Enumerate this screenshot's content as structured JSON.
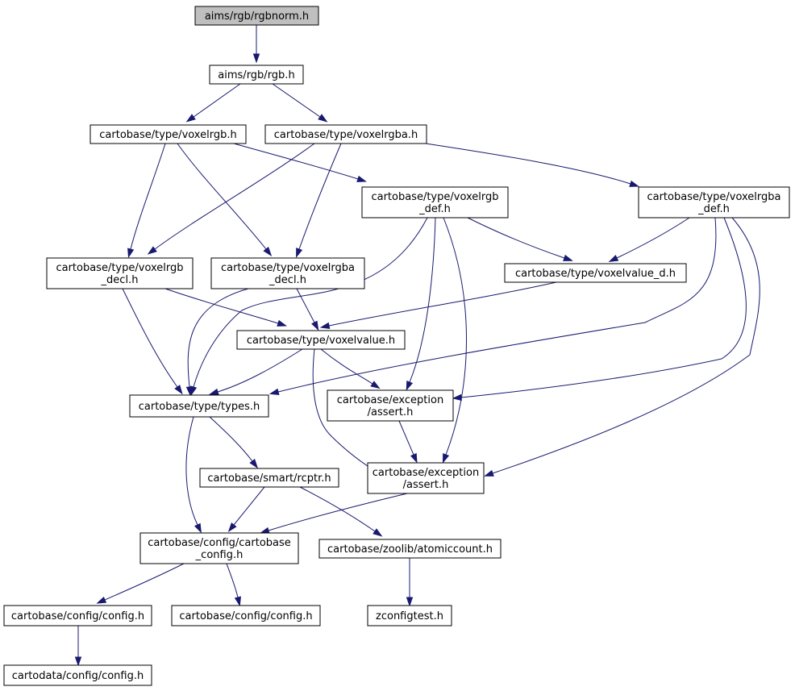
{
  "graph": {
    "nodes": [
      {
        "id": "rgbnorm",
        "lines": [
          "aims/rgb/rgbnorm.h"
        ],
        "root": true
      },
      {
        "id": "rgb",
        "lines": [
          "aims/rgb/rgb.h"
        ]
      },
      {
        "id": "voxelrgb",
        "lines": [
          "cartobase/type/voxelrgb.h"
        ]
      },
      {
        "id": "voxelrgba",
        "lines": [
          "cartobase/type/voxelrgba.h"
        ]
      },
      {
        "id": "voxelrgb_def",
        "lines": [
          "cartobase/type/voxelrgb",
          "_def.h"
        ]
      },
      {
        "id": "voxelrgba_def",
        "lines": [
          "cartobase/type/voxelrgba",
          "_def.h"
        ]
      },
      {
        "id": "voxelrgb_decl",
        "lines": [
          "cartobase/type/voxelrgb",
          "_decl.h"
        ]
      },
      {
        "id": "voxelrgba_decl",
        "lines": [
          "cartobase/type/voxelrgba",
          "_decl.h"
        ]
      },
      {
        "id": "voxelvalue_d",
        "lines": [
          "cartobase/type/voxelvalue_d.h"
        ]
      },
      {
        "id": "voxelvalue",
        "lines": [
          "cartobase/type/voxelvalue.h"
        ]
      },
      {
        "id": "types",
        "lines": [
          "cartobase/type/types.h"
        ]
      },
      {
        "id": "assert1",
        "lines": [
          "cartobase/exception",
          "/assert.h"
        ]
      },
      {
        "id": "assert2",
        "lines": [
          "cartobase/exception",
          "/assert.h"
        ]
      },
      {
        "id": "rcptr",
        "lines": [
          "cartobase/smart/rcptr.h"
        ]
      },
      {
        "id": "cartobase_config",
        "lines": [
          "cartobase/config/cartobase",
          "_config.h"
        ]
      },
      {
        "id": "atomiccount",
        "lines": [
          "cartobase/zoolib/atomiccount.h"
        ]
      },
      {
        "id": "config1",
        "lines": [
          "cartobase/config/config.h"
        ]
      },
      {
        "id": "config2",
        "lines": [
          "cartobase/config/config.h"
        ]
      },
      {
        "id": "zconfigtest",
        "lines": [
          "zconfigtest.h"
        ]
      },
      {
        "id": "cartodata_config",
        "lines": [
          "cartodata/config/config.h"
        ]
      }
    ],
    "edges": [
      [
        "rgbnorm",
        "rgb"
      ],
      [
        "rgb",
        "voxelrgb"
      ],
      [
        "rgb",
        "voxelrgba"
      ],
      [
        "voxelrgb",
        "voxelrgb_decl"
      ],
      [
        "voxelrgb",
        "voxelrgba_decl"
      ],
      [
        "voxelrgb",
        "voxelrgb_def"
      ],
      [
        "voxelrgba",
        "voxelrgb_decl"
      ],
      [
        "voxelrgba",
        "voxelrgba_decl"
      ],
      [
        "voxelrgba",
        "voxelrgba_def"
      ],
      [
        "voxelrgb_def",
        "voxelvalue_d"
      ],
      [
        "voxelrgb_def",
        "types"
      ],
      [
        "voxelrgb_def",
        "assert1"
      ],
      [
        "voxelrgb_def",
        "assert2"
      ],
      [
        "voxelrgba_def",
        "voxelvalue_d"
      ],
      [
        "voxelrgba_def",
        "types"
      ],
      [
        "voxelrgba_def",
        "assert1"
      ],
      [
        "voxelrgba_def",
        "assert2"
      ],
      [
        "voxelrgb_decl",
        "voxelvalue"
      ],
      [
        "voxelrgb_decl",
        "types"
      ],
      [
        "voxelrgba_decl",
        "voxelvalue"
      ],
      [
        "voxelrgba_decl",
        "types"
      ],
      [
        "voxelvalue_d",
        "voxelvalue"
      ],
      [
        "voxelvalue",
        "types"
      ],
      [
        "voxelvalue",
        "assert1"
      ],
      [
        "voxelvalue",
        "assert2"
      ],
      [
        "types",
        "rcptr"
      ],
      [
        "types",
        "cartobase_config"
      ],
      [
        "assert1",
        "assert2"
      ],
      [
        "assert2",
        "cartobase_config"
      ],
      [
        "rcptr",
        "cartobase_config"
      ],
      [
        "rcptr",
        "atomiccount"
      ],
      [
        "cartobase_config",
        "config1"
      ],
      [
        "cartobase_config",
        "config2"
      ],
      [
        "atomiccount",
        "zconfigtest"
      ],
      [
        "config1",
        "cartodata_config"
      ]
    ]
  }
}
